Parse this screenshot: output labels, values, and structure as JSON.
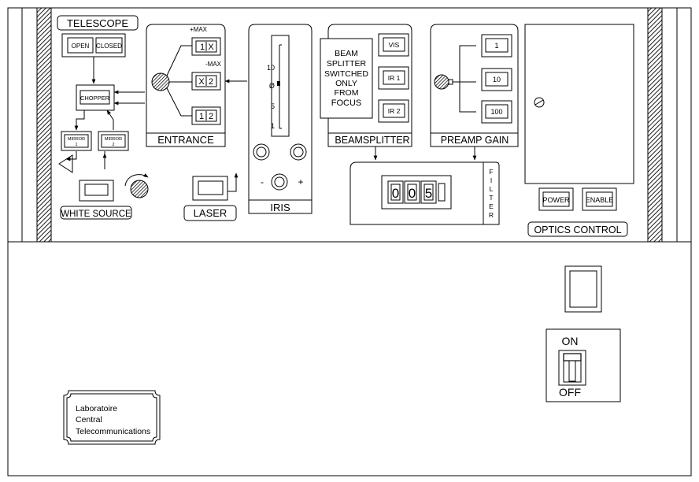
{
  "telescope": {
    "title": "TELESCOPE",
    "open_label": "OPEN",
    "closed_label": "CLOSED",
    "chopper_label": "CHOPPER",
    "mirror1_line1": "MIRROR",
    "mirror1_line2": "1",
    "mirror2_line1": "MIRROR",
    "mirror2_line2": "2",
    "white_source_label": "WHITE SOURCE"
  },
  "laser": {
    "label": "LASER"
  },
  "entrance": {
    "title": "ENTRANCE",
    "plus_max": "+MAX",
    "minus_max": "-MAX",
    "opt1_a": "1",
    "opt1_b": "X",
    "opt2_a": "X",
    "opt2_b": "2",
    "opt3_a": "1",
    "opt3_b": "2"
  },
  "iris": {
    "title": "IRIS",
    "scale": [
      "10",
      "Ø",
      "5",
      "1"
    ],
    "minus": "-",
    "plus": "+"
  },
  "beamsplitter": {
    "title": "BEAMSPLITTER",
    "note": [
      "BEAM",
      "SPLITTER",
      "SWITCHED",
      "ONLY",
      "FROM",
      "FOCUS"
    ],
    "options": [
      "VIS",
      "IR 1",
      "IR 2"
    ]
  },
  "preamp": {
    "title": "PREAMP GAIN",
    "options": [
      "1",
      "10",
      "100"
    ]
  },
  "filter": {
    "label": [
      "F",
      "I",
      "L",
      "T",
      "E",
      "R"
    ],
    "digits": [
      "0",
      "0",
      "5"
    ]
  },
  "optics": {
    "title": "OPTICS CONTROL",
    "power_label": "POWER",
    "enable_label": "ENABLE"
  },
  "lower": {
    "on_label": "ON",
    "off_label": "OFF",
    "plate": [
      "Laboratoire",
      "Central",
      "Telecommunications"
    ]
  }
}
